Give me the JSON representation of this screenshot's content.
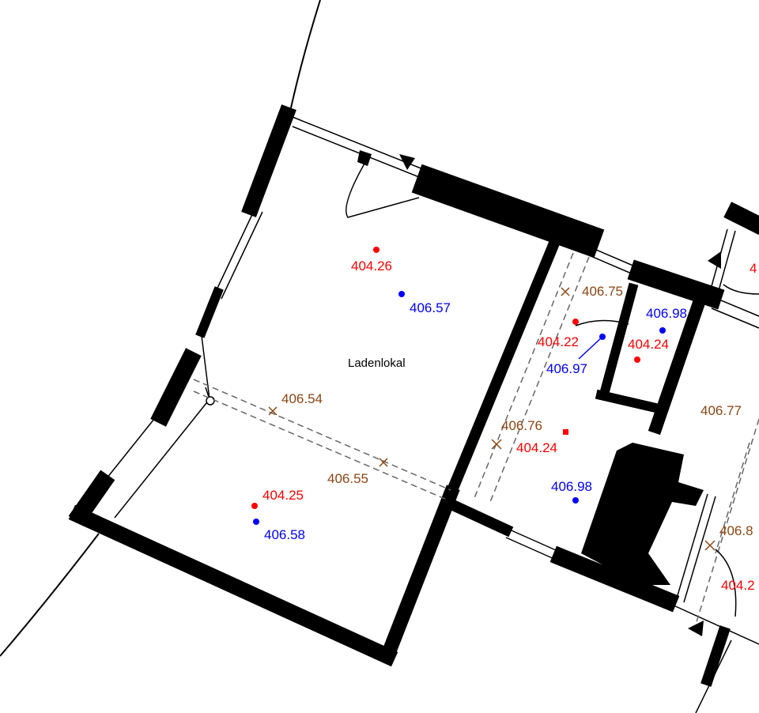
{
  "room_name": "Ladenlokal",
  "colors": {
    "floor_level": "#ff0000",
    "ceiling_level": "#0000ff",
    "beam_level": "#8b4513",
    "walls": "#000000"
  },
  "levels": {
    "red": [
      "404.26",
      "404.25",
      "404.22",
      "404.24",
      "404.24",
      "4",
      "404.2"
    ],
    "blue": [
      "406.57",
      "406.58",
      "406.98",
      "406.97",
      "406.98"
    ],
    "brown": [
      "406.54",
      "406.55",
      "406.75",
      "406.76",
      "406.77",
      "406.8"
    ]
  }
}
